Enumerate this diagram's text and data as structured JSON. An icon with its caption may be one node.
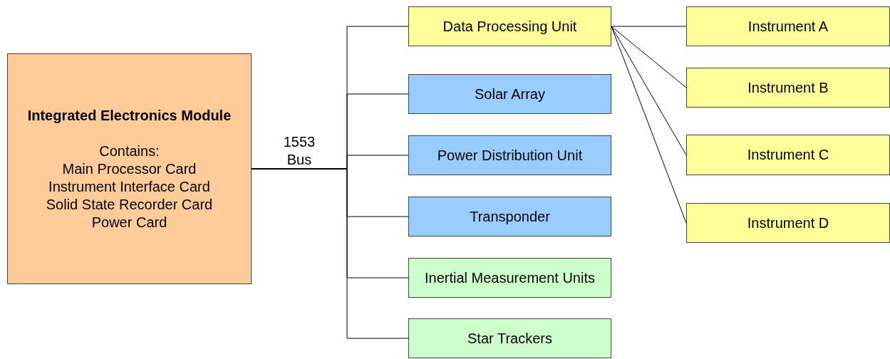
{
  "diagram": {
    "nodes": [
      {
        "text": [
          "Integrated Electronics Module",
          "Contains:",
          "Main Processor Card",
          "Instrument Interface Card",
          "Solid State Recorder Card",
          "Power Card"
        ]
      },
      {
        "text": [
          "Data Processing Unit"
        ]
      },
      {
        "text": [
          "Solar Array"
        ]
      },
      {
        "text": [
          "Power Distribution Unit"
        ]
      },
      {
        "text": [
          "Transponder"
        ]
      },
      {
        "text": [
          "Inertial Measurement Units"
        ]
      },
      {
        "text": [
          "Star Trackers"
        ]
      },
      {
        "text": [
          "Instrument A"
        ]
      },
      {
        "text": [
          "Instrument B"
        ]
      },
      {
        "text": [
          "Instrument C"
        ]
      },
      {
        "text": [
          "Instrument D"
        ]
      }
    ],
    "edges": [
      {
        "from": 0,
        "to": 1,
        "arrow": "none"
      },
      {
        "from": 0,
        "to": 2,
        "arrow": "none"
      },
      {
        "from": 0,
        "to": 3,
        "arrow": "none"
      },
      {
        "from": 0,
        "to": 4,
        "arrow": "none"
      },
      {
        "from": 0,
        "to": 5,
        "arrow": "none"
      },
      {
        "from": 0,
        "to": 6,
        "arrow": "none"
      },
      {
        "from": 1,
        "to": 7,
        "arrow": "none"
      },
      {
        "from": 1,
        "to": 8,
        "arrow": "none"
      },
      {
        "from": 1,
        "to": 9,
        "arrow": "none"
      },
      {
        "from": 1,
        "to": 10,
        "arrow": "none"
      }
    ],
    "labels": [
      "1553 Bus"
    ]
  }
}
